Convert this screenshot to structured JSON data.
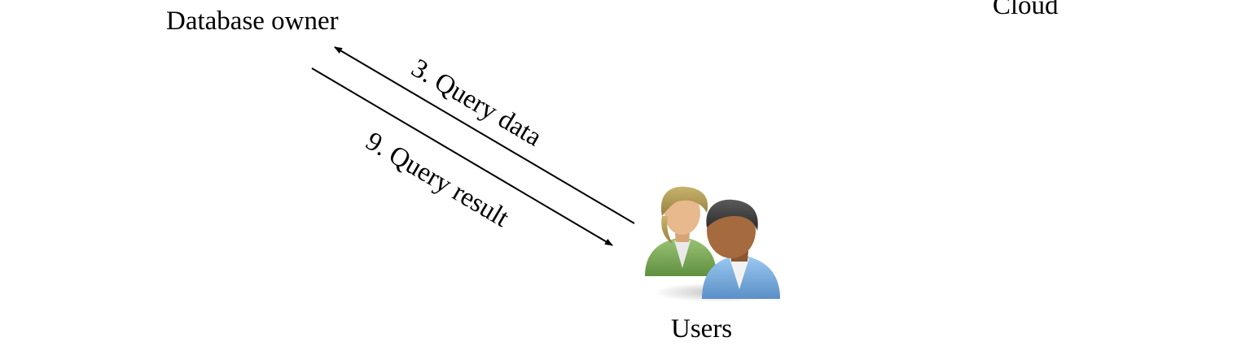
{
  "nodes": {
    "database_owner": "Database owner",
    "cloud": "Cloud",
    "users": "Users"
  },
  "edges": {
    "query_data": "3. Query data",
    "query_result": "9. Query result"
  },
  "icons": {
    "users_icon": "users-group-icon"
  },
  "colors": {
    "line": "#000000",
    "woman_shirt": "#7fae5a",
    "woman_hair": "#b09a58",
    "man_shirt": "#7aaee0",
    "man_hair": "#3e3e3e",
    "skin_light": "#e7b98c",
    "skin_dark": "#a56a3e"
  }
}
